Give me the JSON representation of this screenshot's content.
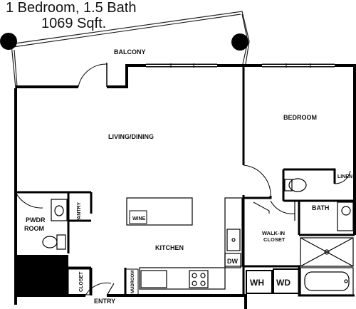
{
  "header": {
    "line1": "1 Bedroom, 1.5 Bath",
    "line2": "1069 Sqft."
  },
  "rooms": {
    "balcony": "BALCONY",
    "living_dining": "LIVING/DINING",
    "bedroom": "BEDROOM",
    "linen": "LINEN",
    "bath": "BATH",
    "pwdr_line1": "PWDR",
    "pwdr_line2": "ROOM",
    "pantry": "PANTRY",
    "wine": "WINE",
    "walkin_line1": "WALK-IN",
    "walkin_line2": "CLOSET",
    "kitchen": "KITCHEN",
    "dw": "DW",
    "closet": "CLOSET",
    "mudroom": "MUDROOM",
    "wh": "WH",
    "wd": "WD",
    "entry": "ENTRY"
  }
}
